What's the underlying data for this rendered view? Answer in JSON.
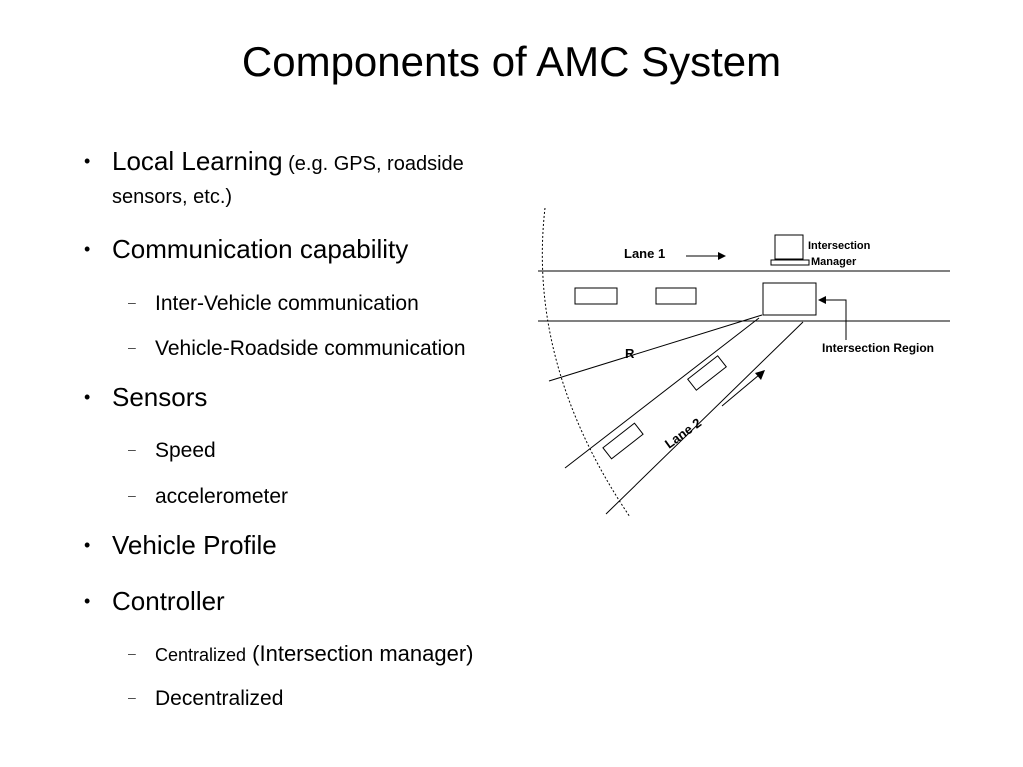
{
  "slide": {
    "title": "Components of AMC System",
    "bullets": {
      "local_learning": {
        "bullet": "•",
        "main": "Local Learning",
        "detail_line1": " (e.g. GPS, roadside",
        "detail_line2": "sensors, etc.)"
      },
      "communication": {
        "bullet": "•",
        "label": "Communication capability"
      },
      "inter_vehicle": {
        "dash": "–",
        "label": "Inter-Vehicle communication"
      },
      "vehicle_roadside": {
        "dash": "–",
        "label": "Vehicle-Roadside communication"
      },
      "sensors": {
        "bullet": "•",
        "label": "Sensors"
      },
      "speed": {
        "dash": "–",
        "label": "Speed"
      },
      "accelerometer": {
        "dash": "–",
        "label": "accelerometer"
      },
      "vehicle_profile": {
        "bullet": "•",
        "label": "Vehicle Profile"
      },
      "controller": {
        "bullet": "•",
        "label": "Controller"
      },
      "centralized": {
        "dash": "–",
        "label_small": "Centralized",
        "label_rest": " (Intersection manager)"
      },
      "decentralized": {
        "dash": "–",
        "label": "Decentralized"
      }
    }
  },
  "diagram": {
    "lane1_label": "Lane 1",
    "lane2_label": "Lane 2",
    "manager_label_line1": "Intersection",
    "manager_label_line2": "Manager",
    "region_label": "Intersection Region",
    "radius_label": "R",
    "icons": [
      "computer-icon",
      "arrow-icon"
    ]
  }
}
